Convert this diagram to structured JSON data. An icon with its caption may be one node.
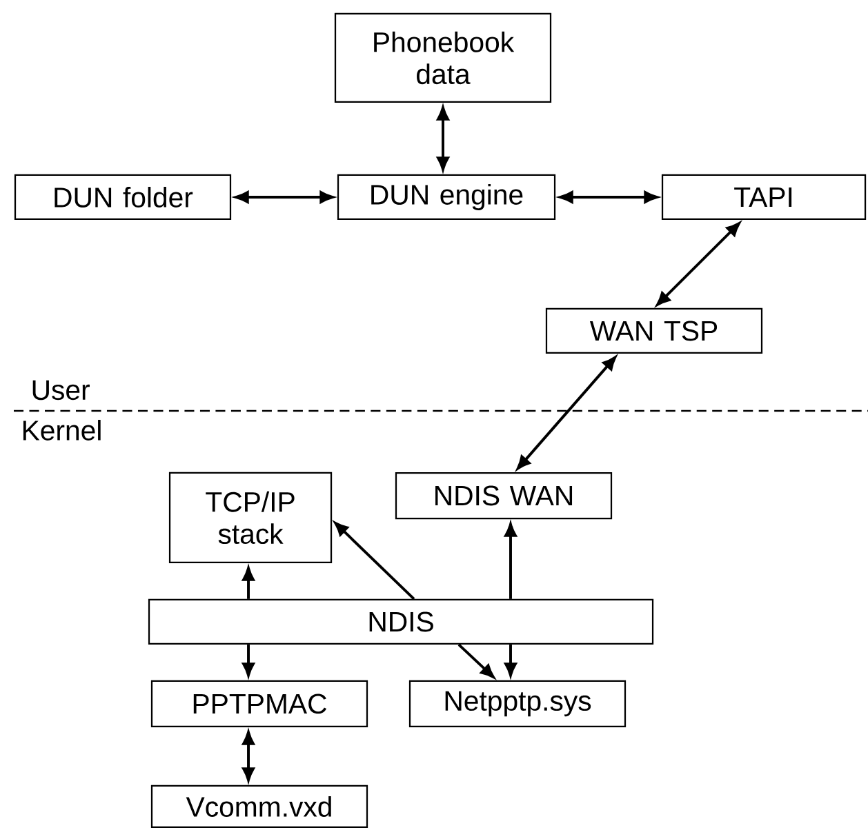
{
  "diagram": {
    "nodes": [
      {
        "text": [
          "Phonebook data"
        ]
      },
      {
        "text": [
          "DUN folder"
        ]
      },
      {
        "text": [
          "DUN engine"
        ]
      },
      {
        "text": [
          "TAPI"
        ]
      },
      {
        "text": [
          "WAN TSP"
        ]
      },
      {
        "text": [
          "TCP/IP stack"
        ]
      },
      {
        "text": [
          "NDIS WAN"
        ]
      },
      {
        "text": [
          "NDIS"
        ]
      },
      {
        "text": [
          "PPTPMAC"
        ]
      },
      {
        "text": [
          "Netpptp.sys"
        ]
      },
      {
        "text": [
          "Vcomm.vxd"
        ]
      }
    ],
    "edges": [
      {
        "from": 0,
        "to": 2,
        "arrow": "both"
      },
      {
        "from": 1,
        "to": 2,
        "arrow": "both"
      },
      {
        "from": 2,
        "to": 3,
        "arrow": "both"
      },
      {
        "from": 3,
        "to": 4,
        "arrow": "both"
      },
      {
        "from": 4,
        "to": 6,
        "arrow": "both"
      },
      {
        "from": 7,
        "to": 5,
        "arrow": "to"
      },
      {
        "from": 7,
        "to": 9,
        "arrow": "to"
      },
      {
        "from": 7,
        "to": 6,
        "arrow": "to"
      },
      {
        "from": 7,
        "to": 9,
        "arrow": "to"
      },
      {
        "from": 7,
        "to": 5,
        "arrow": "to"
      },
      {
        "from": 7,
        "to": 8,
        "arrow": "to"
      },
      {
        "from": 8,
        "to": 10,
        "arrow": "both"
      }
    ],
    "labels": [
      "User",
      "Kernel"
    ]
  }
}
